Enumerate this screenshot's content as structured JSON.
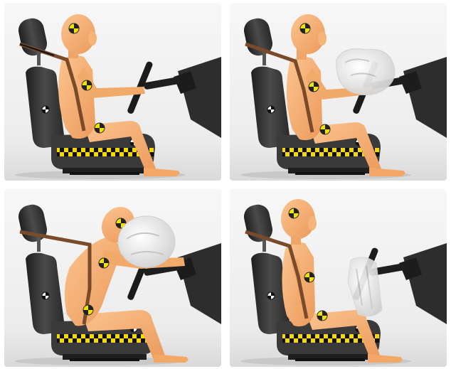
{
  "image": {
    "panels": [
      {
        "stage": 1,
        "airbag": "none"
      },
      {
        "stage": 2,
        "airbag": "inflating"
      },
      {
        "stage": 3,
        "airbag": "full"
      },
      {
        "stage": 4,
        "airbag": "deflated"
      }
    ],
    "colors": {
      "dummy": "#f7b37a",
      "dummy_shade": "#e8965a",
      "seat": "#3c3c3c",
      "seat_dark": "#1f1f1f",
      "steering": "#2b2b2b",
      "target_yellow": "#f1e300",
      "checker_yellow": "#f4d800",
      "belt": "#7a4b2a",
      "airbag": "#f2f2f2"
    }
  }
}
